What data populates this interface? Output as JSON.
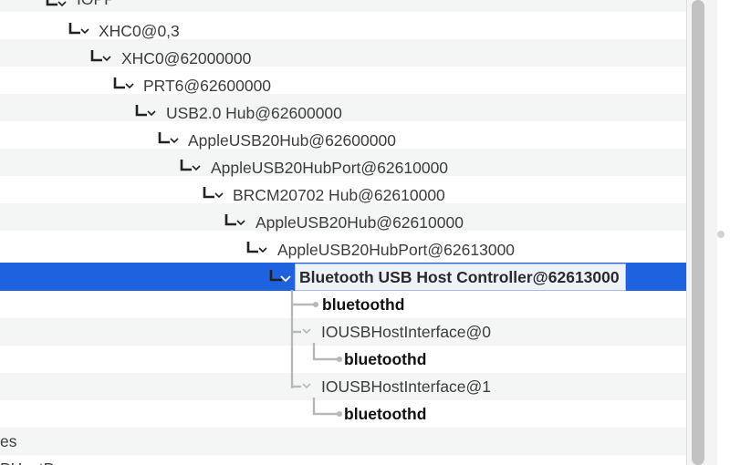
{
  "tree": {
    "top_label": "IOPP",
    "rows": [
      {
        "label": "XHC0@0,3"
      },
      {
        "label": "XHC0@62000000"
      },
      {
        "label": "PRT6@62600000"
      },
      {
        "label": "USB2.0 Hub@62600000"
      },
      {
        "label": "AppleUSB20Hub@62600000"
      },
      {
        "label": "AppleUSB20HubPort@62610000"
      },
      {
        "label": "BRCM20702 Hub@62610000"
      },
      {
        "label": "AppleUSB20Hub@62610000"
      },
      {
        "label": "AppleUSB20HubPort@62613000"
      },
      {
        "label": "Bluetooth USB Host Controller@62613000"
      },
      {
        "label": "bluetoothd"
      },
      {
        "label": "IOUSBHostInterface@0"
      },
      {
        "label": "bluetoothd"
      },
      {
        "label": "IOUSBHostInterface@1"
      },
      {
        "label": "bluetoothd"
      },
      {
        "label": "es"
      },
      {
        "label": "BHostP"
      }
    ]
  },
  "colors": {
    "selection": "#1f62e0",
    "row_alt": "#f4f5f5",
    "text": "#3d3d3d"
  }
}
